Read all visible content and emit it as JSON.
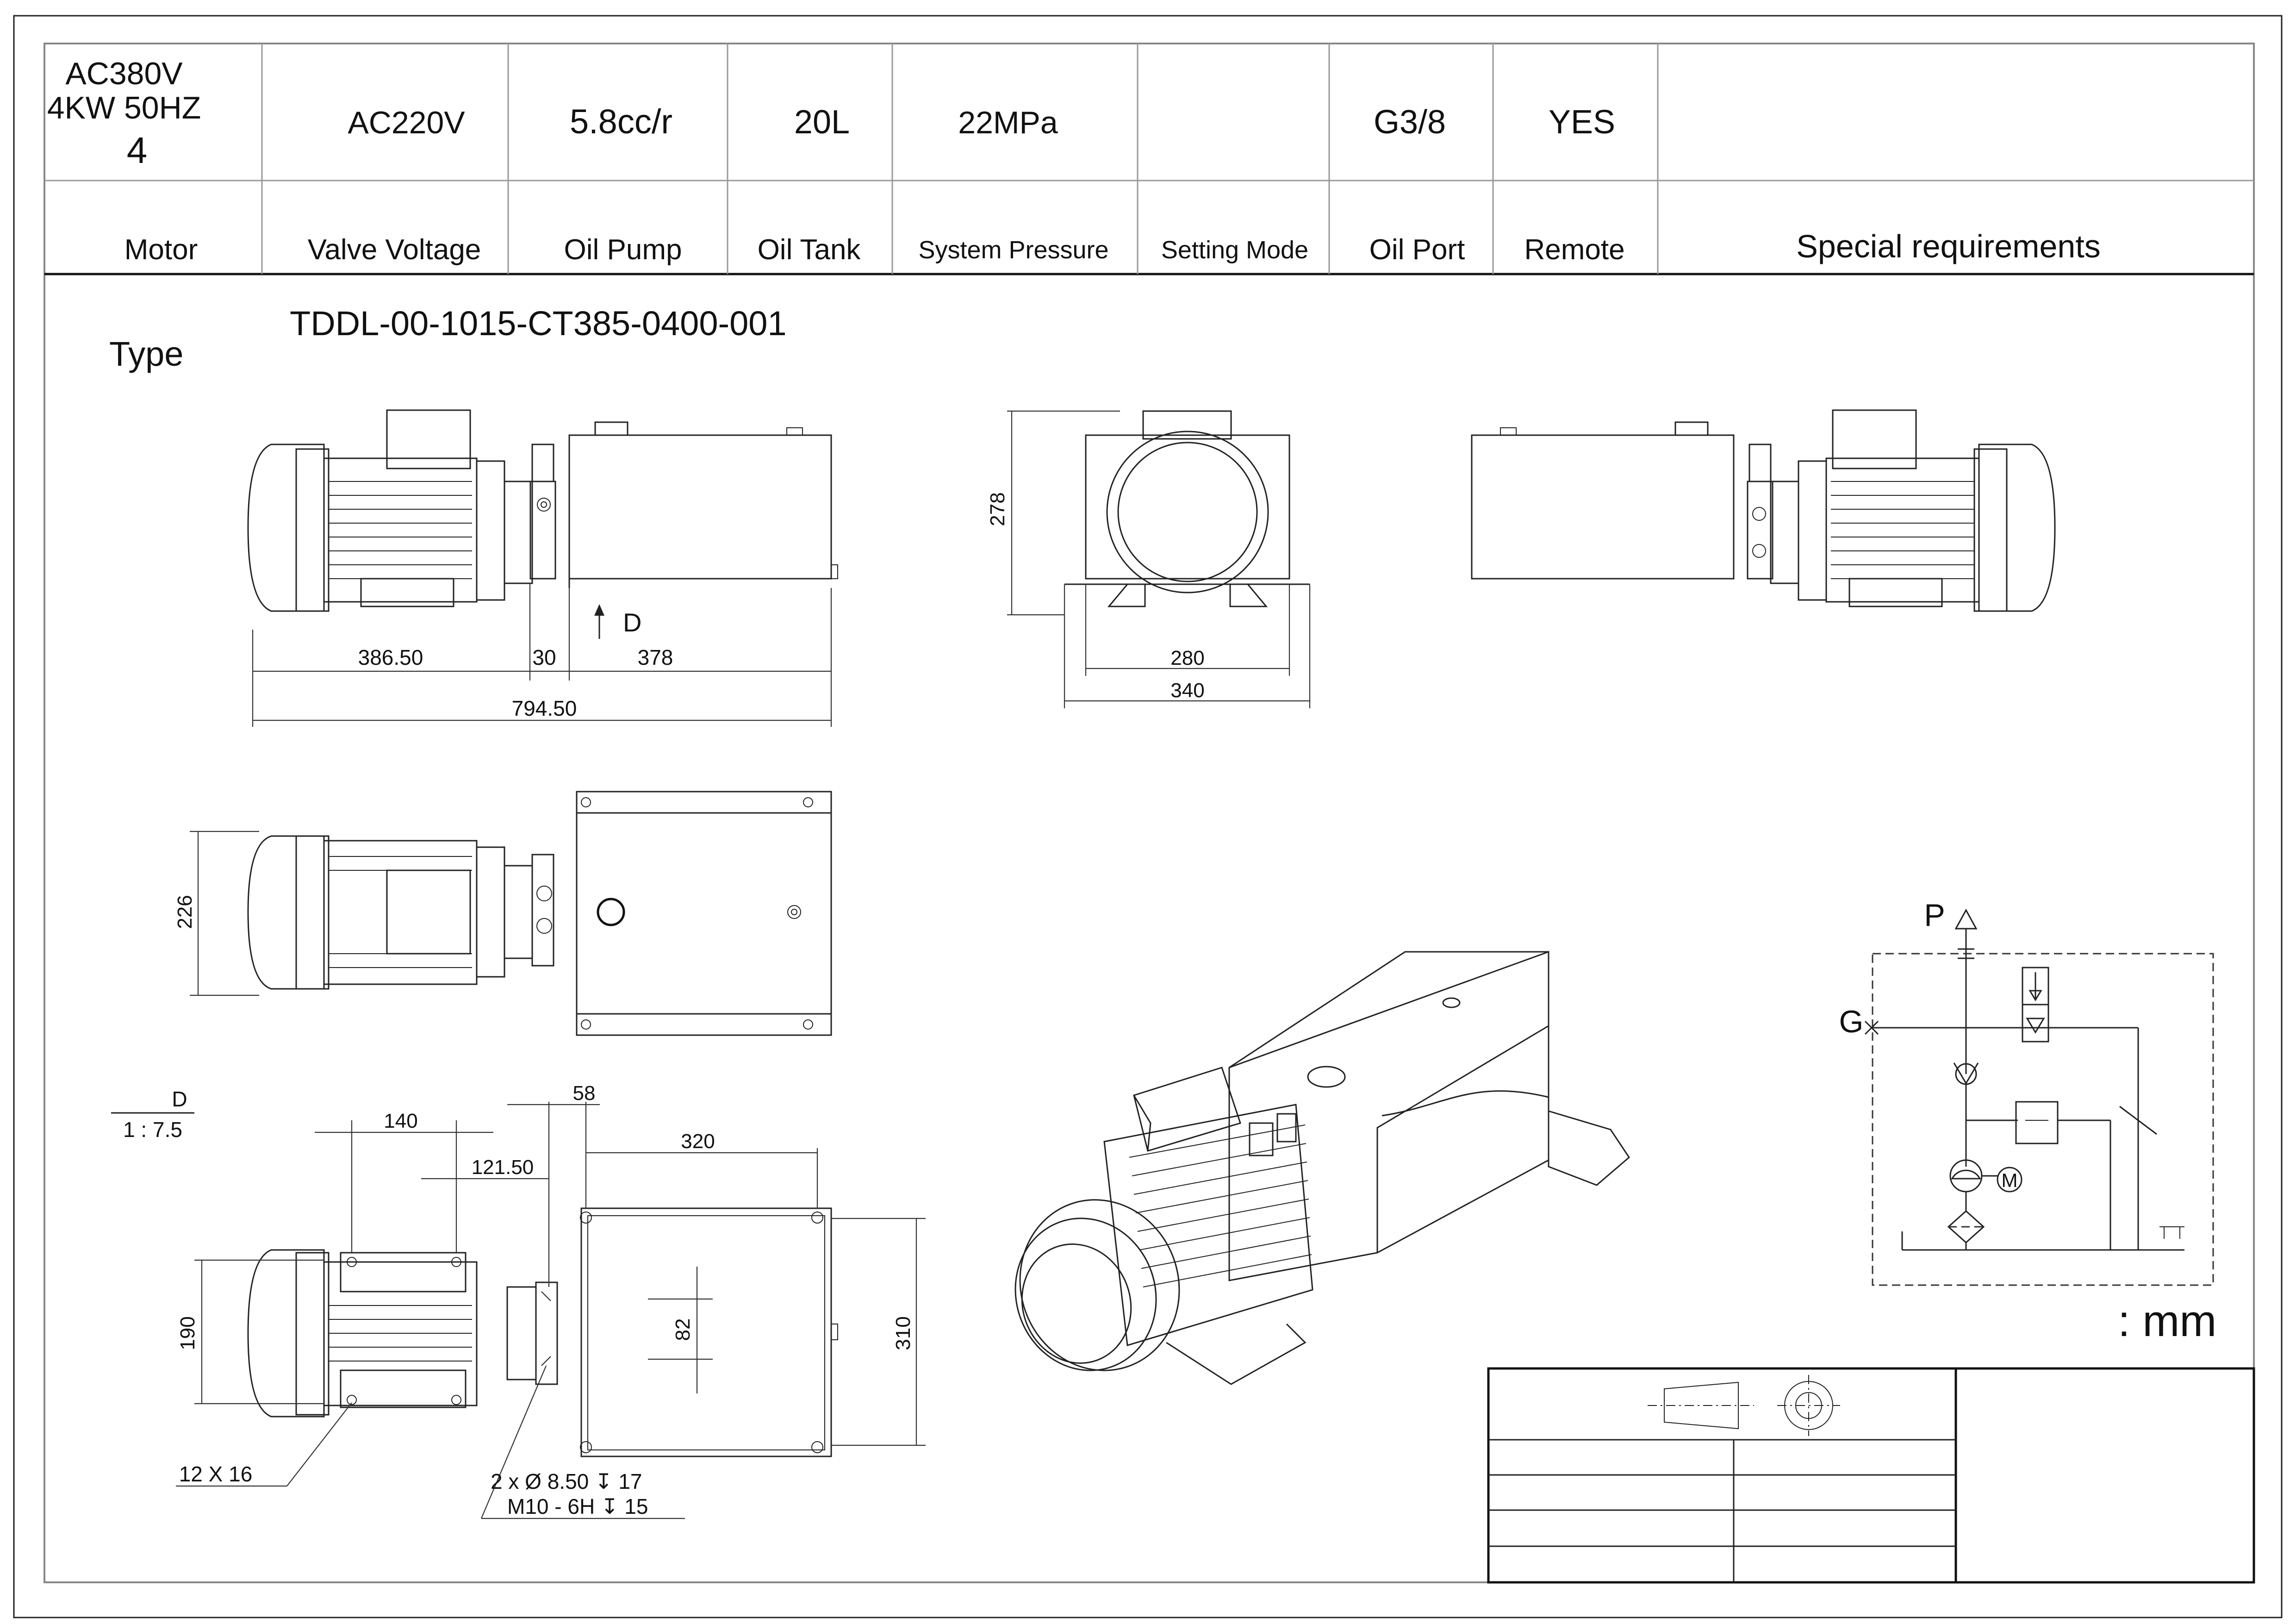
{
  "header": {
    "values": {
      "motor": [
        "AC380V",
        "4KW 50HZ",
        "4"
      ],
      "valve_voltage": "AC220V",
      "oil_pump": "5.8cc/r",
      "oil_tank": "20L",
      "system_pressure": "22MPa",
      "setting_mode": "",
      "oil_port": "G3/8",
      "remote": "YES",
      "special_requirements": ""
    },
    "labels": {
      "motor": "Motor",
      "valve_voltage": "Valve Voltage",
      "oil_pump": "Oil Pump",
      "oil_tank": "Oil Tank",
      "system_pressure": "System Pressure",
      "setting_mode": "Setting Mode",
      "oil_port": "Oil Port",
      "remote": "Remote",
      "special_requirements": "Special requirements"
    }
  },
  "type": {
    "label": "Type",
    "code": "TDDL-00-1015-CT385-0400-001"
  },
  "front_view": {
    "view_arrow": "D",
    "dims": {
      "motor": "386.50",
      "coupling": "30",
      "tank": "378",
      "overall": "794.50"
    }
  },
  "end_view": {
    "dims": {
      "height": "278",
      "base": "280",
      "width": "340"
    }
  },
  "top_view": {
    "dims": {
      "height": "226"
    }
  },
  "bottom_view": {
    "scale_label": "D",
    "scale": "1 : 7.5",
    "dims": {
      "foot_spacing": "140",
      "foot_offset": "121.50",
      "coupling": "58",
      "tank_width": "320",
      "foot_width": "190",
      "hole_spacing": "82",
      "tank_depth": "310",
      "foot_slot": "12 X 16"
    },
    "note_holes": [
      "2 x Ø 8.50 ↧ 17",
      "M10 - 6H ↧ 15"
    ]
  },
  "schematic": {
    "pressure_port": "P",
    "gauge_port": "G",
    "motor_symbol": "M"
  },
  "units": ": mm"
}
